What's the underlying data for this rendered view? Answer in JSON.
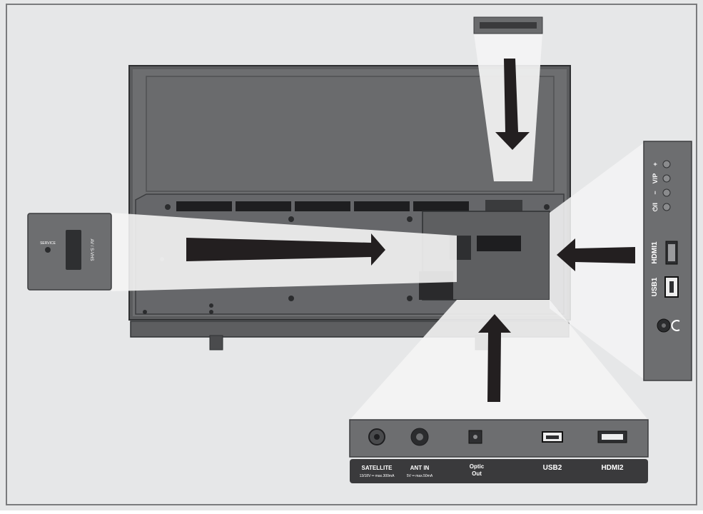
{
  "colors": {
    "background": "#e6e7e8",
    "frame": "#7a7b7d",
    "tv_body": "#6d6e70",
    "tv_edge": "#3c3d3f",
    "panel": "#58595b",
    "arrow": "#231f20",
    "beam": "#f4f4f4",
    "label_strip": "#3a3a3c",
    "label_text": "#ffffff"
  },
  "side_panel": {
    "buttons": [
      "+",
      "V/P",
      "−",
      "⏻/I"
    ],
    "ports": [
      "HDMI1",
      "USB1"
    ],
    "headphone_icon": "headphone-icon"
  },
  "bottom_panel": {
    "ports": [
      {
        "label": "SATELLITE",
        "sub": "13/18V ═ max.300mA"
      },
      {
        "label": "ANT IN",
        "sub": "5V ═ max.50mA"
      },
      {
        "label": "Optic Out",
        "sub": ""
      },
      {
        "label": "USB2",
        "sub": ""
      },
      {
        "label": "HDMI2",
        "sub": ""
      }
    ]
  },
  "left_panel": {
    "service_label": "SERVICE",
    "scart_label": "AV / S-VHS"
  }
}
